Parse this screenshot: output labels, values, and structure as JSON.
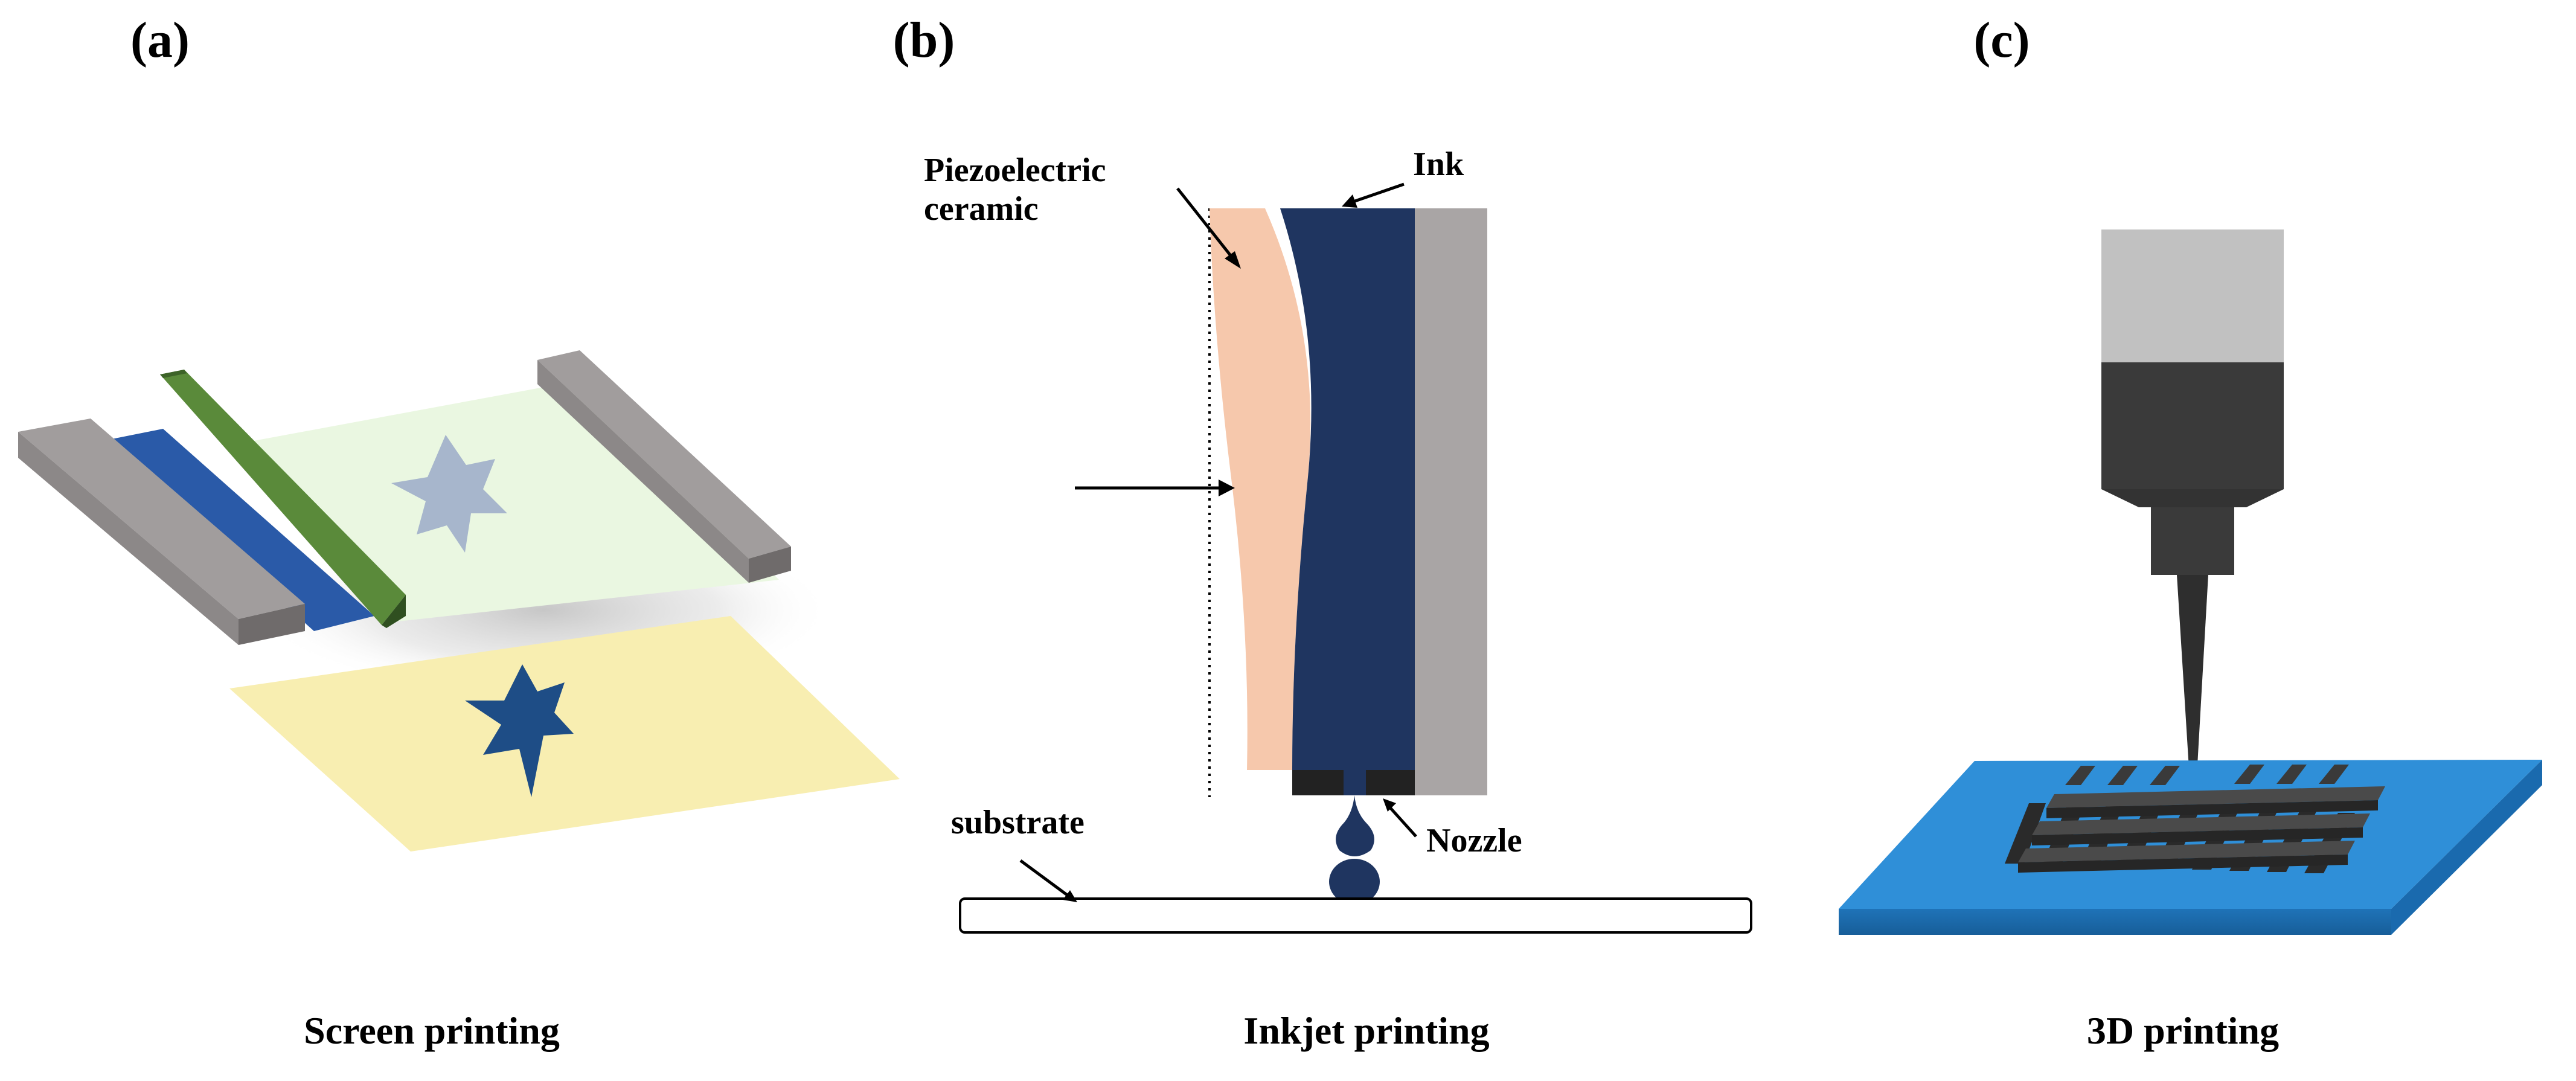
{
  "panels": [
    {
      "letter": "(a)",
      "caption": "Screen printing"
    },
    {
      "letter": "(b)",
      "caption": "Inkjet printing"
    },
    {
      "letter": "(c)",
      "caption": "3D printing"
    }
  ],
  "labels": {
    "piezo_line1": "Piezoelectric",
    "piezo_line2": "ceramic",
    "ink": "Ink",
    "nozzle": "Nozzle",
    "substrate": "substrate"
  },
  "colors": {
    "rail_gray": "#8f8a8a",
    "squeegee_green": "#4f7a35",
    "ink_blue": "#2a5aa8",
    "screen_mint": "#eaf7e1",
    "star_light": "#a7b6cc",
    "paper_yellow": "#f8eeb1",
    "star_dark": "#1e4d86",
    "piezo_peach": "#f6c8ac",
    "ink_navy": "#1f3560",
    "wall_gray": "#a9a5a5",
    "nozzle_black": "#222222",
    "bed_blue": "#2f8fd8",
    "lattice_dark": "#3c3c3c",
    "head_light": "#c1c1c1",
    "head_dark": "#3a3a3a"
  }
}
